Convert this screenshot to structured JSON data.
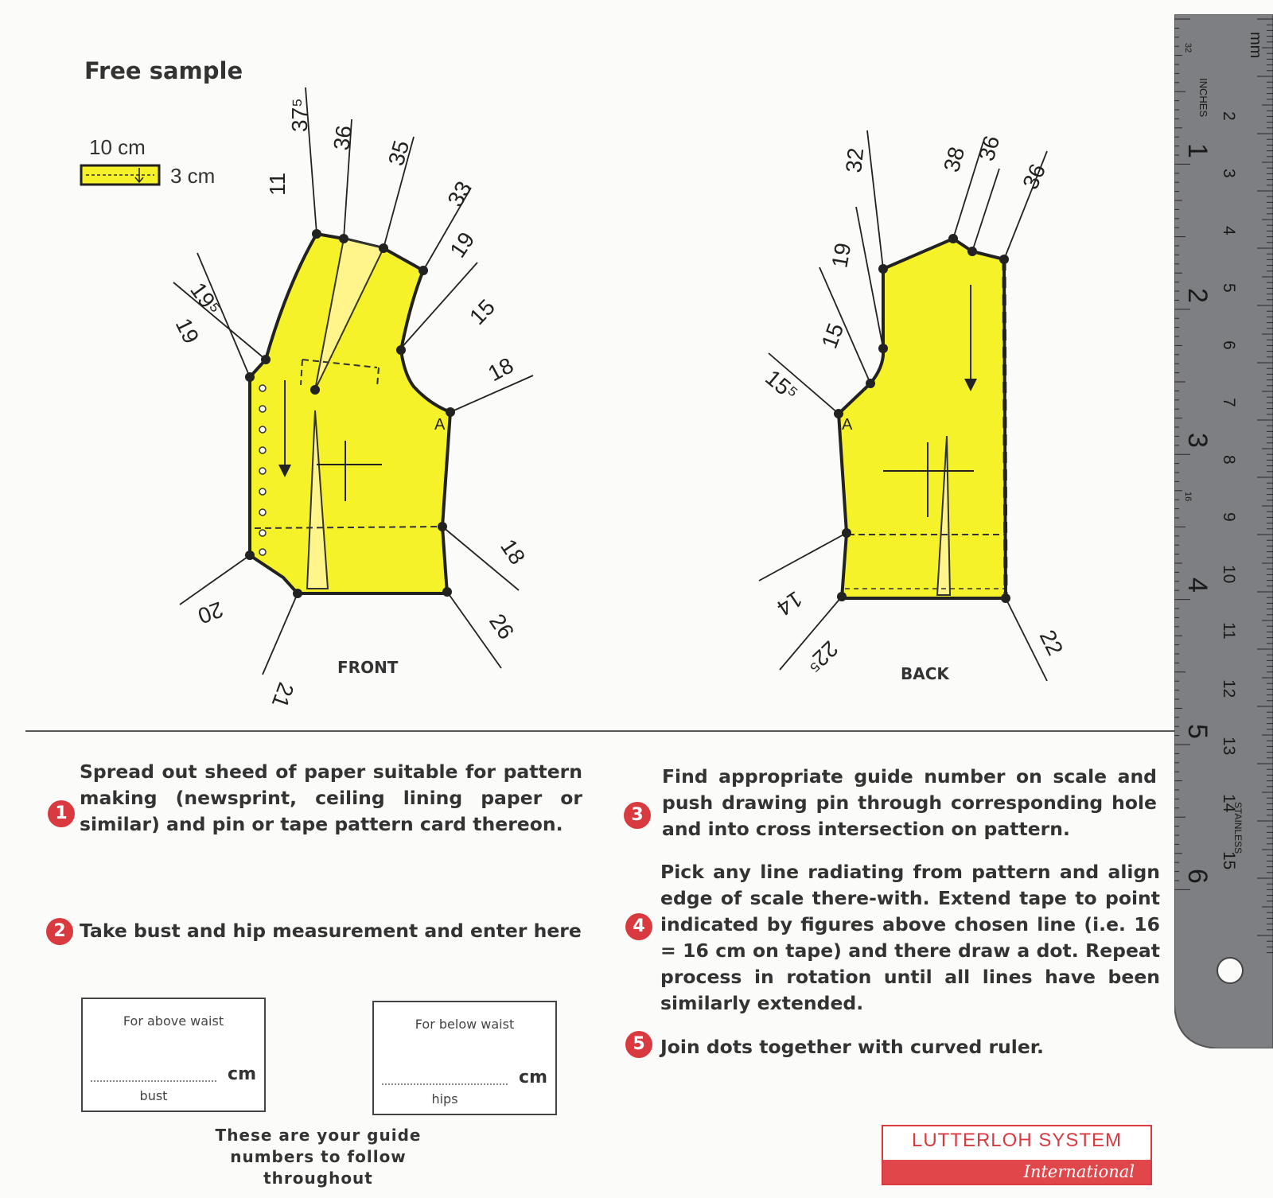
{
  "title": "Free sample",
  "scale_legend": {
    "width_label": "10 cm",
    "height_label": "3 cm"
  },
  "front": {
    "label": "FRONT",
    "line_numbers": [
      "11",
      "37⁵",
      "36",
      "35",
      "33",
      "19",
      "15",
      "18",
      "19⁵",
      "19",
      "20",
      "21",
      "18",
      "26"
    ],
    "notch": "A"
  },
  "back": {
    "label": "BACK",
    "line_numbers": [
      "32",
      "38",
      "36",
      "36",
      "19",
      "15",
      "15⁵",
      "14",
      "22⁵",
      "22"
    ],
    "notch": "A"
  },
  "steps": [
    {
      "num": "1",
      "text": "Spread out sheed of paper suitable for pattern making (newsprint, ceiling lining paper or similar) and pin or tape pattern card thereon."
    },
    {
      "num": "2",
      "text": "Take bust and hip measurement and enter here"
    },
    {
      "num": "3",
      "text": "Find appropriate guide number on scale and push drawing pin through corresponding hole and into cross intersection on pattern."
    },
    {
      "num": "4",
      "text": "Pick any line radiating from pattern and align edge of scale there-with. Extend tape to point indicated by figures above chosen line (i.e. 16 = 16 cm on tape) and there draw a dot. Repeat process in rotation until all lines have been similarly extended."
    },
    {
      "num": "5",
      "text": "Join dots together with curved ruler."
    }
  ],
  "measure_boxes": [
    {
      "caption": "For above waist",
      "unit": "cm",
      "sub": "bust"
    },
    {
      "caption": "For below waist",
      "unit": "cm",
      "sub": "hips"
    }
  ],
  "guide_note": "These are your guide numbers to follow throughout",
  "logo": {
    "top": "LUTTERLOH SYSTEM",
    "bottom": "International"
  },
  "ruler": {
    "unit_top": "mm",
    "inch_label": "INCHES",
    "material": "STAINLESS",
    "inch_marks": [
      "1",
      "2",
      "3",
      "4",
      "5",
      "6"
    ],
    "cm_marks": [
      "2",
      "3",
      "4",
      "5",
      "6",
      "7",
      "8",
      "9",
      "10",
      "11",
      "12",
      "13",
      "14",
      "15"
    ],
    "fractions": [
      "32",
      "16"
    ]
  },
  "colors": {
    "pattern_fill": "#f5f22a",
    "accent_red": "#d93a3f",
    "ruler_steel": "#7d7f82"
  }
}
